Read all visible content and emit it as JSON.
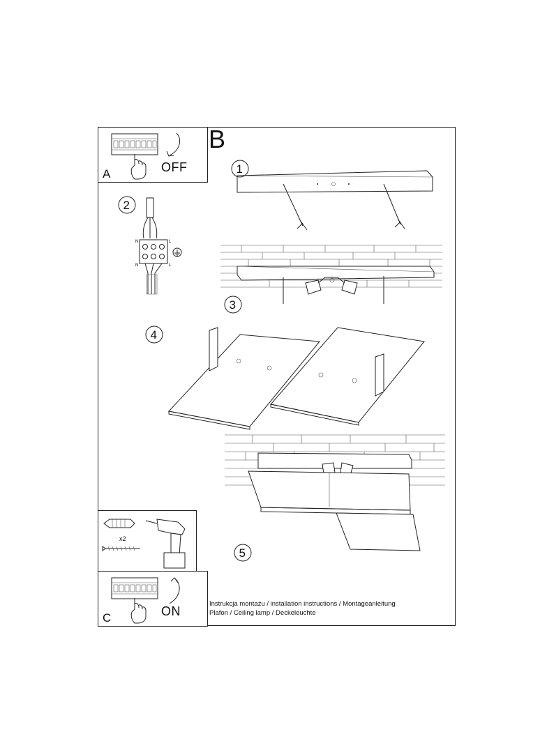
{
  "sections": {
    "a": {
      "letter": "A",
      "switch_state": "OFF"
    },
    "b": {
      "letter": "B"
    },
    "c": {
      "letter": "C",
      "switch_state": "ON"
    }
  },
  "steps": [
    "1",
    "2",
    "3",
    "4",
    "5"
  ],
  "wiring": {
    "n_top": "N",
    "l_top": "L",
    "n_bottom": "N",
    "l_bottom": "L"
  },
  "tools": {
    "quantity": "x2"
  },
  "caption": {
    "line1": "Instrukcja montażu / installation instructions / Montageanleitung",
    "line2": "Plafon / Ceiling lamp / Deckeleuchte"
  },
  "icons": [
    "circuit-breaker-icon",
    "hand-icon",
    "curved-arrow-icon",
    "ground-symbol-icon",
    "wall-plug-icon",
    "screw-icon",
    "drill-icon",
    "ceiling-lamp-panel-icon"
  ]
}
